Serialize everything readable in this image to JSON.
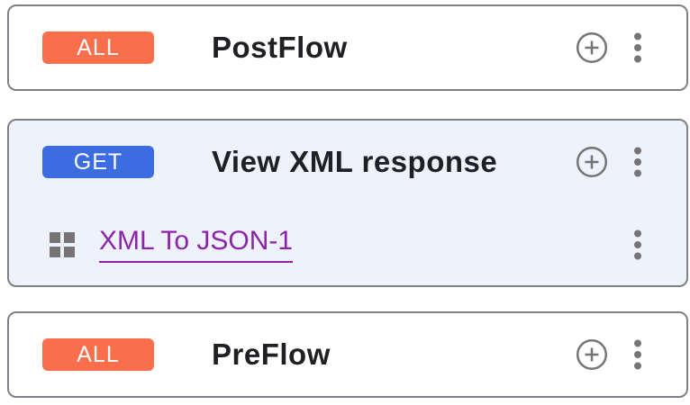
{
  "colors": {
    "card_border": "#7d8186",
    "highlight_bg": "#eef2fc",
    "badge_all": "#fa6f4b",
    "badge_get": "#3b6de1",
    "link": "#8c24aa",
    "icon_gray": "#757575",
    "title": "#1f2023"
  },
  "icons": {
    "add": "add-circle-outline-icon",
    "menu": "vertical-three-dots-icon",
    "step": "policy-grid-icon"
  },
  "cards": [
    {
      "badge": "ALL",
      "badge_style": "all",
      "title": "PostFlow"
    },
    {
      "badge": "GET",
      "badge_style": "get",
      "title": "View XML response",
      "steps": [
        {
          "label": "XML To JSON-1"
        }
      ]
    },
    {
      "badge": "ALL",
      "badge_style": "all",
      "title": "PreFlow"
    }
  ]
}
